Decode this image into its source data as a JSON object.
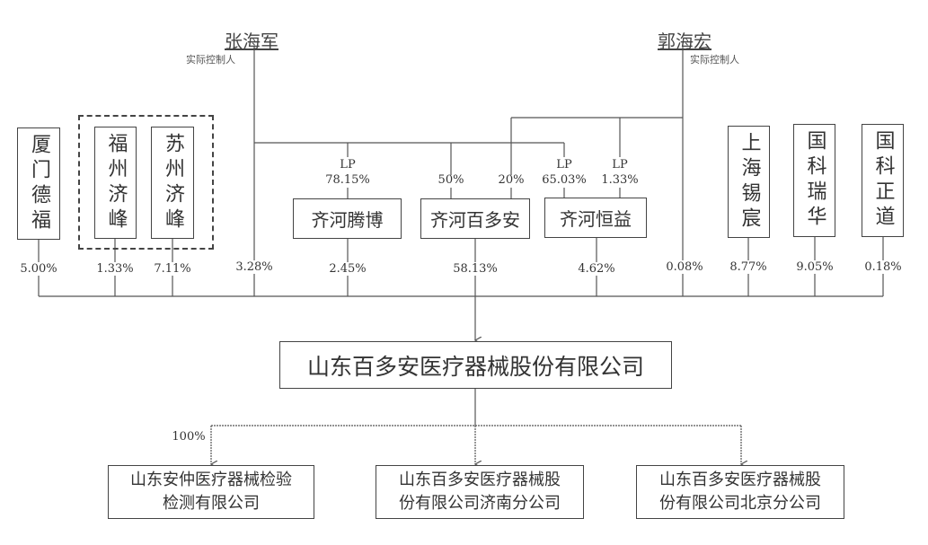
{
  "controllers": [
    {
      "name": "张海军",
      "role": "实际控制人"
    },
    {
      "name": "郭海宏",
      "role": "实际控制人"
    }
  ],
  "shareholders": [
    {
      "name": "厦门德福",
      "pct": "5.00%"
    },
    {
      "name": "福州济峰",
      "pct": "1.33%"
    },
    {
      "name": "苏州济峰",
      "pct": "7.11%"
    },
    {
      "name": "张海军",
      "pct": "3.28%"
    },
    {
      "name": "齐河腾博",
      "pct": "2.45%"
    },
    {
      "name": "齐河百多安",
      "pct": "58.13%"
    },
    {
      "name": "齐河恒益",
      "pct": "4.62%"
    },
    {
      "name": "郭海宏",
      "pct": "0.08%"
    },
    {
      "name": "上海锡宸",
      "pct": "8.77%"
    },
    {
      "name": "国科瑞华",
      "pct": "9.05%"
    },
    {
      "name": "国科正道",
      "pct": "0.18%"
    }
  ],
  "holdings": {
    "tengbo": {
      "type": "LP",
      "pct": "78.15%"
    },
    "baiduoan_zhang": {
      "pct": "50%"
    },
    "baiduoan_guo": {
      "pct": "20%"
    },
    "hengyi_zhang": {
      "type": "LP",
      "pct": "65.03%"
    },
    "hengyi_guo": {
      "type": "LP",
      "pct": "1.33%"
    }
  },
  "company": {
    "name": "山东百多安医疗器械股份有限公司"
  },
  "subsidiaries": [
    {
      "name": "山东安仲医疗器械检验检测有限公司",
      "line1": "山东安仲医疗器械检验",
      "line2": "检测有限公司",
      "pct": "100%"
    },
    {
      "name": "山东百多安医疗器械股份有限公司济南分公司",
      "line1": "山东百多安医疗器械股",
      "line2": "份有限公司济南分公司"
    },
    {
      "name": "山东百多安医疗器械股份有限公司北京分公司",
      "line1": "山东百多安医疗器械股",
      "line2": "份有限公司北京分公司"
    }
  ]
}
